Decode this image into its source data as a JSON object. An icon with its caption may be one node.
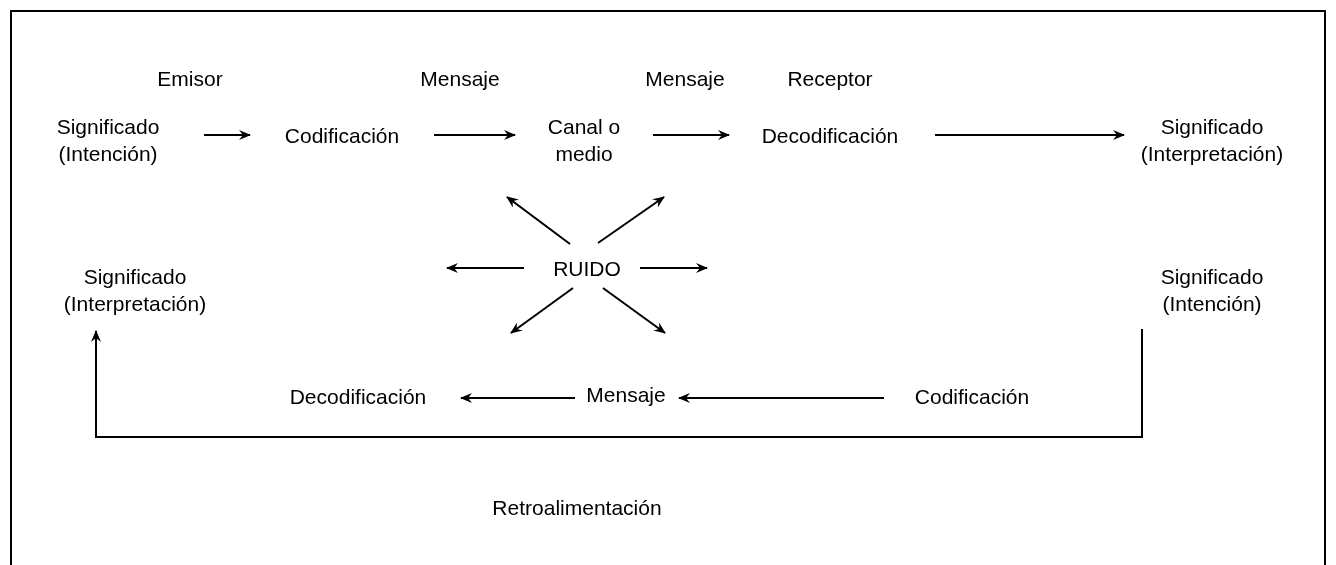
{
  "diagram": {
    "nodes": [
      {
        "text": [
          "Significado (Intención)"
        ]
      },
      {
        "text": [
          "Codificación"
        ]
      },
      {
        "text": [
          "Canal o medio"
        ]
      },
      {
        "text": [
          "Decodificación"
        ]
      },
      {
        "text": [
          "Significado (Interpretación)"
        ]
      },
      {
        "text": [
          "RUIDO"
        ]
      },
      {
        "text": [
          "Significado (Interpretación)"
        ]
      },
      {
        "text": [
          "Significado (Intención)"
        ]
      },
      {
        "text": [
          "Codificación"
        ]
      },
      {
        "text": [
          "Mensaje"
        ]
      },
      {
        "text": [
          "Decodificación"
        ]
      }
    ],
    "edges": [
      {
        "from": 0,
        "to": 1,
        "arrow": "to"
      },
      {
        "from": 1,
        "to": 2,
        "arrow": "to"
      },
      {
        "from": 2,
        "to": 3,
        "arrow": "to"
      },
      {
        "from": 3,
        "to": 4,
        "arrow": "to"
      },
      {
        "from": 5,
        "to": null,
        "arrow": "to"
      },
      {
        "from": 5,
        "to": null,
        "arrow": "to"
      },
      {
        "from": 5,
        "to": null,
        "arrow": "to"
      },
      {
        "from": 5,
        "to": null,
        "arrow": "to"
      },
      {
        "from": 5,
        "to": null,
        "arrow": "to"
      },
      {
        "from": 5,
        "to": null,
        "arrow": "to"
      },
      {
        "from": 8,
        "to": 9,
        "arrow": "to"
      },
      {
        "from": 9,
        "to": 10,
        "arrow": "to"
      },
      {
        "from": 7,
        "to": 6,
        "arrow": "to"
      }
    ],
    "labels": [
      "Emisor",
      "Mensaje",
      "Mensaje",
      "Receptor",
      "Retroalimentación"
    ]
  }
}
